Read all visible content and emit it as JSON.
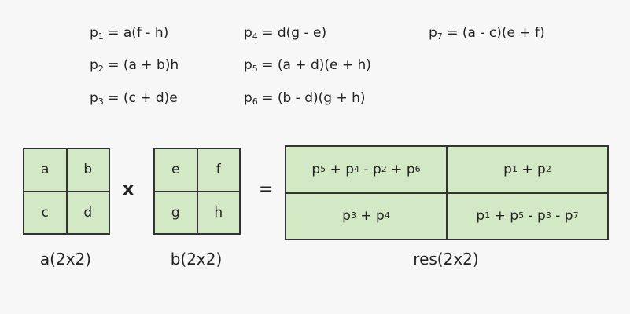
{
  "formulas": {
    "p1": {
      "var": "p",
      "sub": "1",
      "expr": " = a(f - h)"
    },
    "p2": {
      "var": "p",
      "sub": "2",
      "expr": " = (a + b)h"
    },
    "p3": {
      "var": "p",
      "sub": "3",
      "expr": " = (c + d)e"
    },
    "p4": {
      "var": "p",
      "sub": "4",
      "expr": " = d(g - e)"
    },
    "p5": {
      "var": "p",
      "sub": "5",
      "expr": " = (a + d)(e + h)"
    },
    "p6": {
      "var": "p",
      "sub": "6",
      "expr": " = (b - d)(g + h)"
    },
    "p7": {
      "var": "p",
      "sub": "7",
      "expr": " = (a - c)(e + f)"
    }
  },
  "matrix_a": {
    "cells": [
      "a",
      "b",
      "c",
      "d"
    ],
    "label": "a(2x2)"
  },
  "matrix_b": {
    "cells": [
      "e",
      "f",
      "g",
      "h"
    ],
    "label": "b(2x2)"
  },
  "operators": {
    "multiply": "x",
    "equals": "="
  },
  "result": {
    "label": "res(2x2)",
    "c11": {
      "t1": "p",
      "s1": "5",
      "o1": " + ",
      "t2": "p",
      "s2": "4",
      "o2": " - ",
      "t3": "p",
      "s3": "2",
      "o3": " + ",
      "t4": "p",
      "s4": "6"
    },
    "c12": {
      "t1": "p",
      "s1": "1",
      "o1": " + ",
      "t2": "p",
      "s2": "2"
    },
    "c21": {
      "t1": "p",
      "s1": "3",
      "o1": " + ",
      "t2": "p",
      "s2": "4"
    },
    "c22": {
      "t1": "p",
      "s1": "1",
      "o1": " + ",
      "t2": "p",
      "s2": "5",
      "o2": " - ",
      "t3": "p",
      "s3": "3",
      "o3": " - ",
      "t4": "p",
      "s4": "7"
    }
  }
}
